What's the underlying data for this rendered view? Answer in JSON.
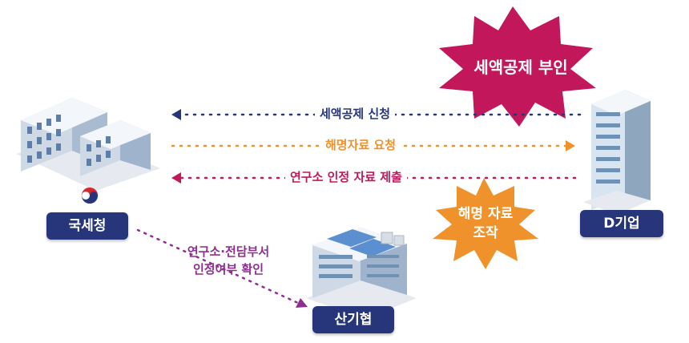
{
  "flows": {
    "apply": {
      "label": "세액공제 신청",
      "color": "#27367a"
    },
    "request": {
      "label": "해명자료 요청",
      "color": "#f0922b"
    },
    "submit": {
      "label": "연구소 인정 자료 제출",
      "color": "#c2185b"
    }
  },
  "verify": {
    "line1": "연구소·전담부서",
    "line2": "인정여부 확인",
    "color": "#8c2f8f"
  },
  "nodes": {
    "nts": "국세청",
    "company": "D기업",
    "kitla": "산기협"
  },
  "bursts": {
    "denial": {
      "text": "세액공제 부인",
      "color": "#c2185b"
    },
    "manipulation": {
      "line1": "해명 자료",
      "line2": "조작",
      "color": "#f0922b"
    }
  },
  "icons": [
    "government-building-icon",
    "government-emblem-icon",
    "office-tower-icon",
    "factory-icon"
  ]
}
